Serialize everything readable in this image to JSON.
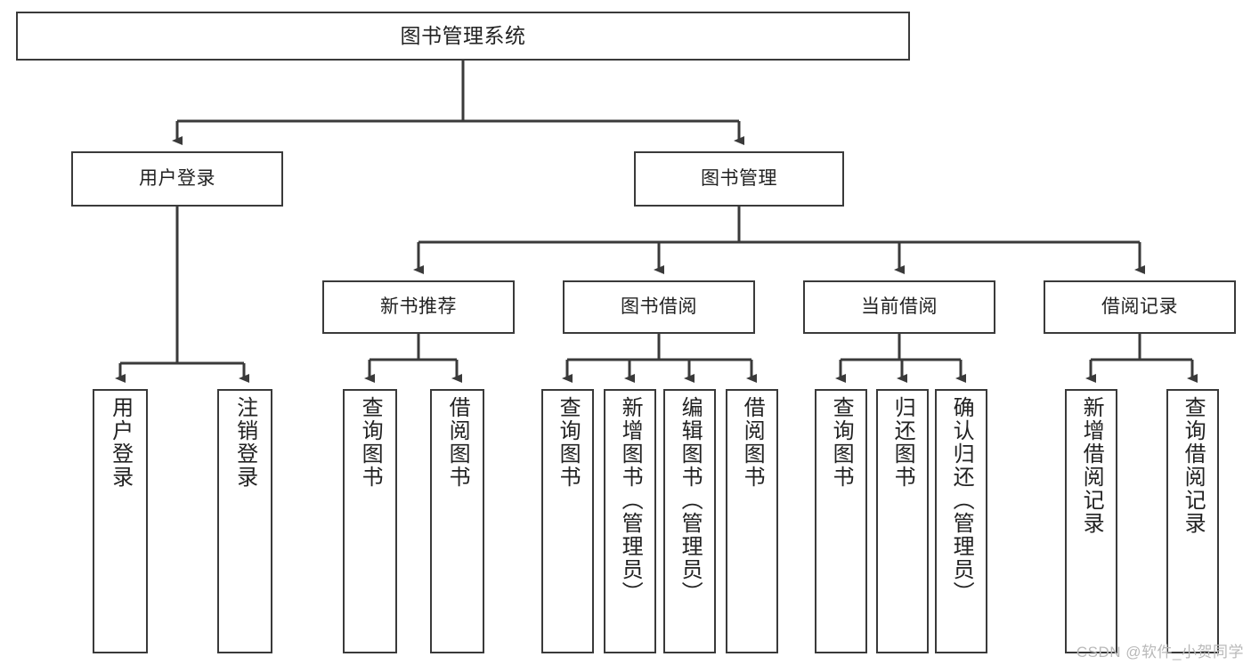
{
  "diagram": {
    "title": "图书管理系统",
    "watermark": "CSDN @软件_小贺同学",
    "colors": {
      "box_border": "#3a3a3a",
      "box_fill": "#ffffff",
      "edge": "#3a3a3a",
      "text": "#222222",
      "watermark": "#b9b9b9"
    },
    "nodes": {
      "root": {
        "label": "图书管理系统"
      },
      "level2": [
        {
          "id": "user-login",
          "label": "用户登录"
        },
        {
          "id": "book-manage",
          "label": "图书管理"
        }
      ],
      "level3": [
        {
          "id": "new-book-recommend",
          "label": "新书推荐"
        },
        {
          "id": "book-borrow",
          "label": "图书借阅"
        },
        {
          "id": "current-borrow",
          "label": "当前借阅"
        },
        {
          "id": "borrow-record",
          "label": "借阅记录"
        }
      ],
      "leaves": {
        "user-login": [
          {
            "id": "leaf-user-login",
            "label": "用户登录"
          },
          {
            "id": "leaf-logout-login",
            "label": "注销登录"
          }
        ],
        "new-book-recommend": [
          {
            "id": "leaf-query-book-1",
            "label": "查询图书"
          },
          {
            "id": "leaf-borrow-book-1",
            "label": "借阅图书"
          }
        ],
        "book-borrow": [
          {
            "id": "leaf-query-book-2",
            "label": "查询图书"
          },
          {
            "id": "leaf-add-book",
            "label": "新增图书（管理员）"
          },
          {
            "id": "leaf-edit-book",
            "label": "编辑图书（管理员）"
          },
          {
            "id": "leaf-borrow-book-2",
            "label": "借阅图书"
          }
        ],
        "current-borrow": [
          {
            "id": "leaf-query-book-3",
            "label": "查询图书"
          },
          {
            "id": "leaf-return-book",
            "label": "归还图书"
          },
          {
            "id": "leaf-confirm-return",
            "label": "确认归还（管理员）"
          }
        ],
        "borrow-record": [
          {
            "id": "leaf-add-record",
            "label": "新增借阅记录"
          },
          {
            "id": "leaf-query-record",
            "label": "查询借阅记录"
          }
        ]
      }
    }
  }
}
